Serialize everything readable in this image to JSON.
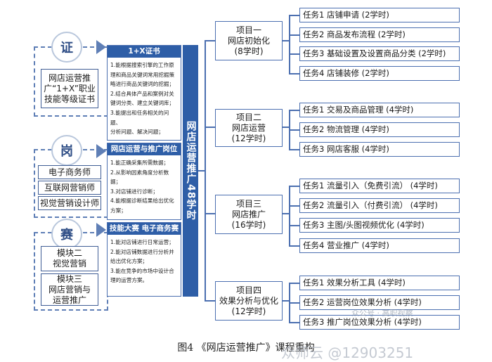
{
  "left": {
    "cert": {
      "badge": "证",
      "text_lines": [
        "网店运营推",
        "广“1+X”职业",
        "技能等级证书"
      ]
    },
    "job": {
      "badge": "岗",
      "items": [
        "电子商务师",
        "互联网营销师",
        "视觉营销设计师"
      ]
    },
    "contest": {
      "badge": "赛",
      "items": [
        [
          "模块二",
          "视觉营销"
        ],
        [
          "模块三",
          "网店营销与",
          "运营推广"
        ]
      ]
    }
  },
  "panels": [
    {
      "header": "1+X证书",
      "lines": [
        "1.能根据搜索引擎的工作原",
        "理和商品关键词常用挖掘策",
        "略进行商品关键词的挖掘；",
        "2.结合具体产品和案例对关",
        "键词分类、建立关键词库；",
        "3.能提出和任务相关的问题、",
        "分析问题、解决问题；"
      ]
    },
    {
      "header": "网店运营与推广岗位",
      "lines": [
        "1.能正确采集所需数据；",
        "2.从影响因素角度分析数据；",
        "3.对店铺进行诊断；",
        "4.能根据诊断结果给出优化",
        "方案；"
      ]
    },
    {
      "header": "技能大赛 电子商务赛项",
      "lines": [
        "1.能对店铺进行日常运营；",
        "2.能对店铺数据进行分析并",
        "给出优化方案；",
        "3.能在竞争的市场中设计合",
        "理的运营方案。"
      ]
    }
  ],
  "spine_label": "网店运营推广48学时",
  "projects": [
    {
      "lines": [
        "项目一",
        "网店初始化",
        "(8学时)"
      ],
      "tasks": [
        "任务1  店铺申请  (2学时)",
        "任务2 商品发布流程  (2学时)",
        "任务3 基础设置及设置商品分类  (2学时)",
        "任务4 店铺装修  (2学时)"
      ]
    },
    {
      "lines": [
        "项目二",
        "网店运营",
        "(12学时)"
      ],
      "tasks": [
        "任务1  交易及商品管理  (4学时)",
        "任务2 物流管理  (4学时)",
        "任务3 网店客服  (4学时)"
      ]
    },
    {
      "lines": [
        "项目三",
        "网店推广",
        "(16学时)"
      ],
      "tasks": [
        "任务1  流量引入（免费引流）  (4学时)",
        "任务2 流量引入（付费引流）  (4学时)",
        "任务3 主图/头图视频优化  (4学时)",
        "任务4 营业推广  (4学时)"
      ]
    },
    {
      "lines": [
        "项目四",
        "效果分析与优化",
        "(12学时)"
      ],
      "tasks": [
        "任务1  效果分析工具  (4学时)",
        "任务2 运营岗位效果分析  (4学时)",
        "任务3 推广岗位效果分析  (4学时)"
      ]
    }
  ],
  "caption": "图4 《网店运营推广》课程重构",
  "watermarks": [
    "众公号 · 高职视察",
    "众师云 @12903251"
  ]
}
